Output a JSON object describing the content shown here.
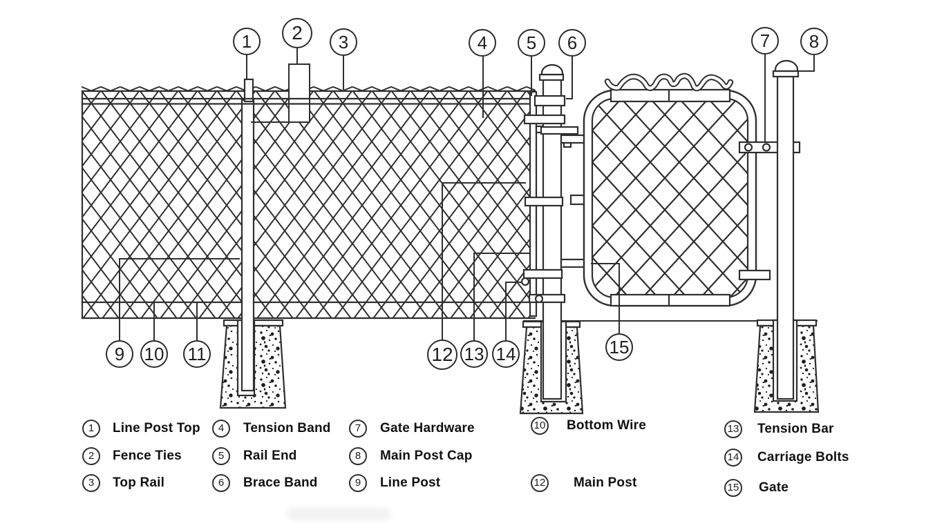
{
  "colors": {
    "line": "#2e2e2e",
    "background": "#ffffff",
    "text": "#111111"
  },
  "callouts": [
    "1",
    "2",
    "3",
    "4",
    "5",
    "6",
    "7",
    "8",
    "9",
    "10",
    "11",
    "12",
    "13",
    "14",
    "15"
  ],
  "legend": {
    "items": [
      {
        "num": "1",
        "label": "Line Post Top"
      },
      {
        "num": "2",
        "label": "Fence Ties"
      },
      {
        "num": "3",
        "label": "Top Rail"
      },
      {
        "num": "4",
        "label": "Tension Band"
      },
      {
        "num": "5",
        "label": "Rail End"
      },
      {
        "num": "6",
        "label": "Brace Band"
      },
      {
        "num": "7",
        "label": "Gate Hardware"
      },
      {
        "num": "8",
        "label": "Main Post Cap"
      },
      {
        "num": "9",
        "label": "Line Post"
      },
      {
        "num": "10",
        "label": "Bottom Wire"
      },
      {
        "num": "12",
        "label": "Main Post"
      },
      {
        "num": "13",
        "label": "Tension Bar"
      },
      {
        "num": "14",
        "label": "Carriage Bolts"
      },
      {
        "num": "15",
        "label": "Gate"
      }
    ]
  }
}
